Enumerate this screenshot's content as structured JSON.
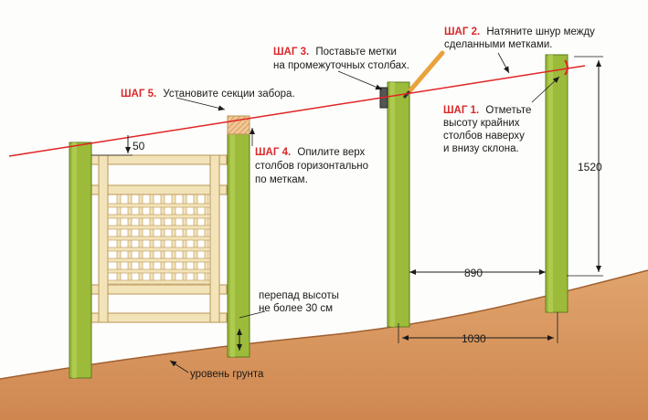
{
  "steps": {
    "step1": {
      "title": "ШАГ 1.",
      "line1": "Отметьте",
      "line2": "высоту крайних",
      "line3": "столбов наверху",
      "line4": "и внизу склона."
    },
    "step2": {
      "title": "ШАГ 2.",
      "line1": "Натяните шнур между",
      "line2": "сделанными метками."
    },
    "step3": {
      "title": "ШАГ 3.",
      "line1": "Поставьте метки",
      "line2": "на промежуточных столбах."
    },
    "step4": {
      "title": "ШАГ 4.",
      "line1": "Опилите верх",
      "line2": "столбов горизонтально",
      "line3": "по меткам."
    },
    "step5": {
      "title": "ШАГ 5.",
      "line1": "Установите секции забора."
    }
  },
  "notes": {
    "height_diff_line1": "перепад высоты",
    "height_diff_line2": "не более 30 см",
    "ground_level": "уровень грунта"
  },
  "dimensions": {
    "top_offset": "50",
    "post_height": "1520",
    "post_spacing_inner": "890",
    "post_spacing_outer": "1030"
  },
  "colors": {
    "post": "#9cbb3a",
    "post_edge": "#5c7a1e",
    "ground": "#d99a63",
    "frame": "#f3e3b9",
    "frame_edge": "#b89456",
    "string": "#e02424",
    "accent": "#d8282a"
  }
}
